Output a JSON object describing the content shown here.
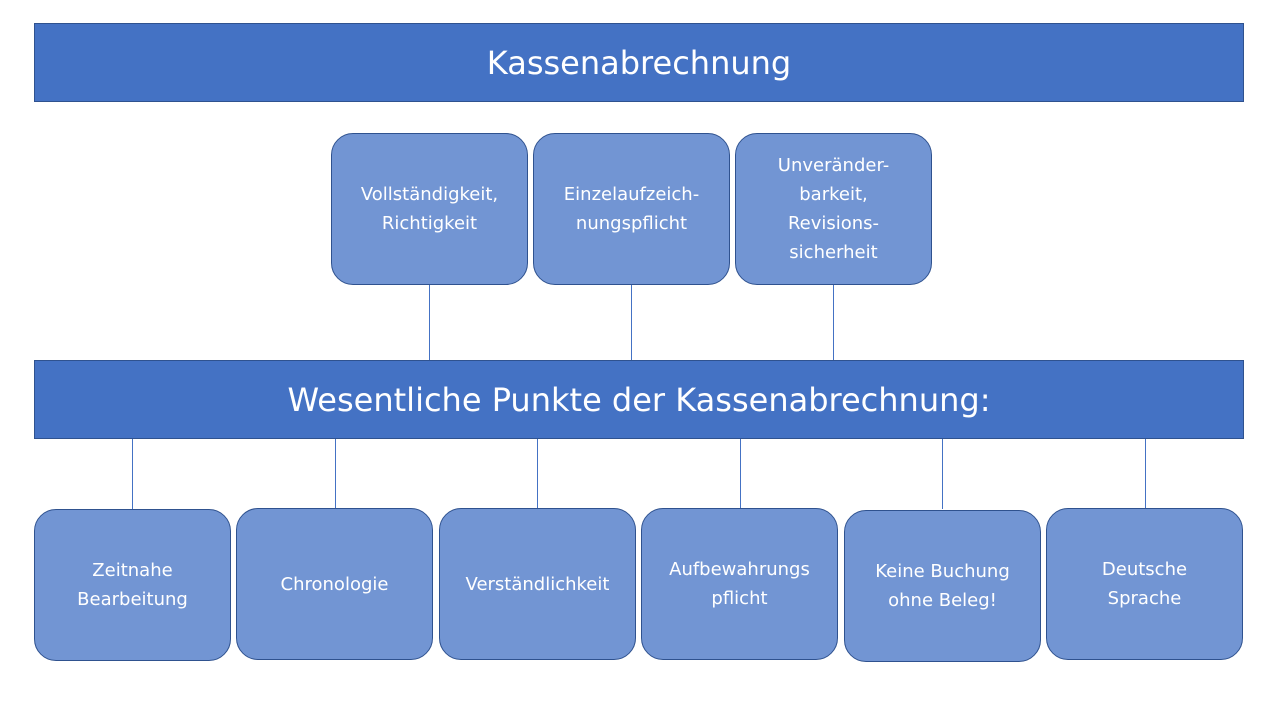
{
  "title": "Kassenabrechnung",
  "subtitle": "Wesentliche Punkte der Kassenabrechnung:",
  "top_boxes": [
    "Vollständigkeit,\nRichtigkeit",
    "Einzelaufzeich-\nnungspflicht",
    "Unveränder-\nbarkeit,\nRevisions-\nsicherheit"
  ],
  "bottom_boxes": [
    "Zeitnahe\nBearbeitung",
    "Chronologie",
    "Verständlichkeit",
    "Aufbewahrungs\npflicht",
    "Keine Buchung\nohne Beleg!",
    "Deutsche\nSprache"
  ]
}
